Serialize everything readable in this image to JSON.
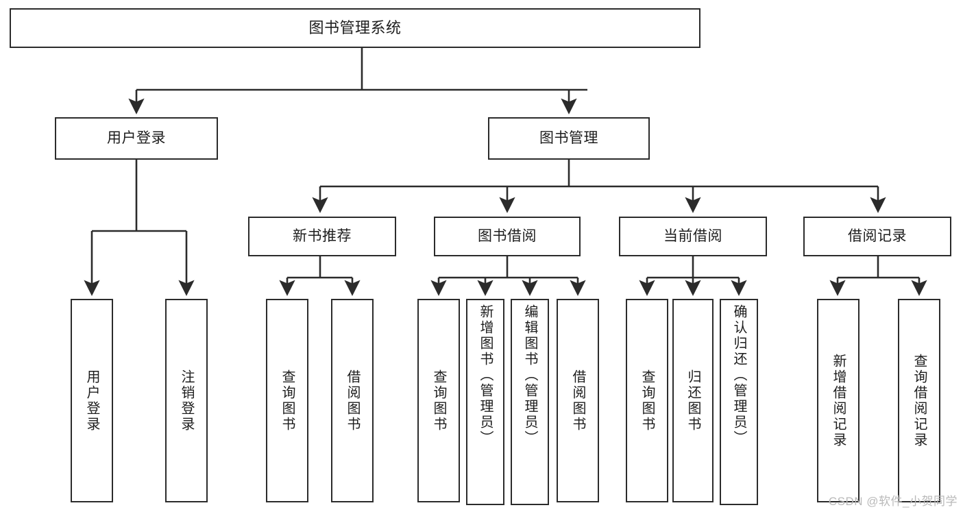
{
  "diagram": {
    "title": "图书管理系统",
    "watermark": "CSDN @软件_小贺同学",
    "colors": {
      "stroke": "#2b2b2b",
      "fill": "#ffffff",
      "text": "#1d1d1d",
      "watermark": "#b9b9b9"
    },
    "nodes": {
      "root": {
        "label": "图书管理系统"
      },
      "level1": [
        {
          "id": "user-login",
          "label": "用户登录"
        },
        {
          "id": "book-management",
          "label": "图书管理"
        }
      ],
      "level2": [
        {
          "id": "new-book-recommend",
          "label": "新书推荐"
        },
        {
          "id": "book-borrow",
          "label": "图书借阅"
        },
        {
          "id": "current-borrow",
          "label": "当前借阅"
        },
        {
          "id": "borrow-records",
          "label": "借阅记录"
        }
      ],
      "leaves": {
        "user_login": [
          {
            "id": "leaf-user-login",
            "label": "用户登录"
          },
          {
            "id": "leaf-logout",
            "label": "注销登录"
          }
        ],
        "new_book_recommend": [
          {
            "id": "leaf-query-book-1",
            "label": "查询图书"
          },
          {
            "id": "leaf-borrow-book-1",
            "label": "借阅图书"
          }
        ],
        "book_borrow": [
          {
            "id": "leaf-query-book-2",
            "label": "查询图书"
          },
          {
            "id": "leaf-add-book",
            "label": "新增图书（管理员）"
          },
          {
            "id": "leaf-edit-book",
            "label": "编辑图书（管理员）"
          },
          {
            "id": "leaf-borrow-book-2",
            "label": "借阅图书"
          }
        ],
        "current_borrow": [
          {
            "id": "leaf-query-book-3",
            "label": "查询图书"
          },
          {
            "id": "leaf-return-book",
            "label": "归还图书"
          },
          {
            "id": "leaf-confirm-return",
            "label": "确认归还（管理员）"
          }
        ],
        "borrow_records": [
          {
            "id": "leaf-add-record",
            "label": "新增借阅记录"
          },
          {
            "id": "leaf-query-record",
            "label": "查询借阅记录"
          }
        ]
      }
    }
  }
}
